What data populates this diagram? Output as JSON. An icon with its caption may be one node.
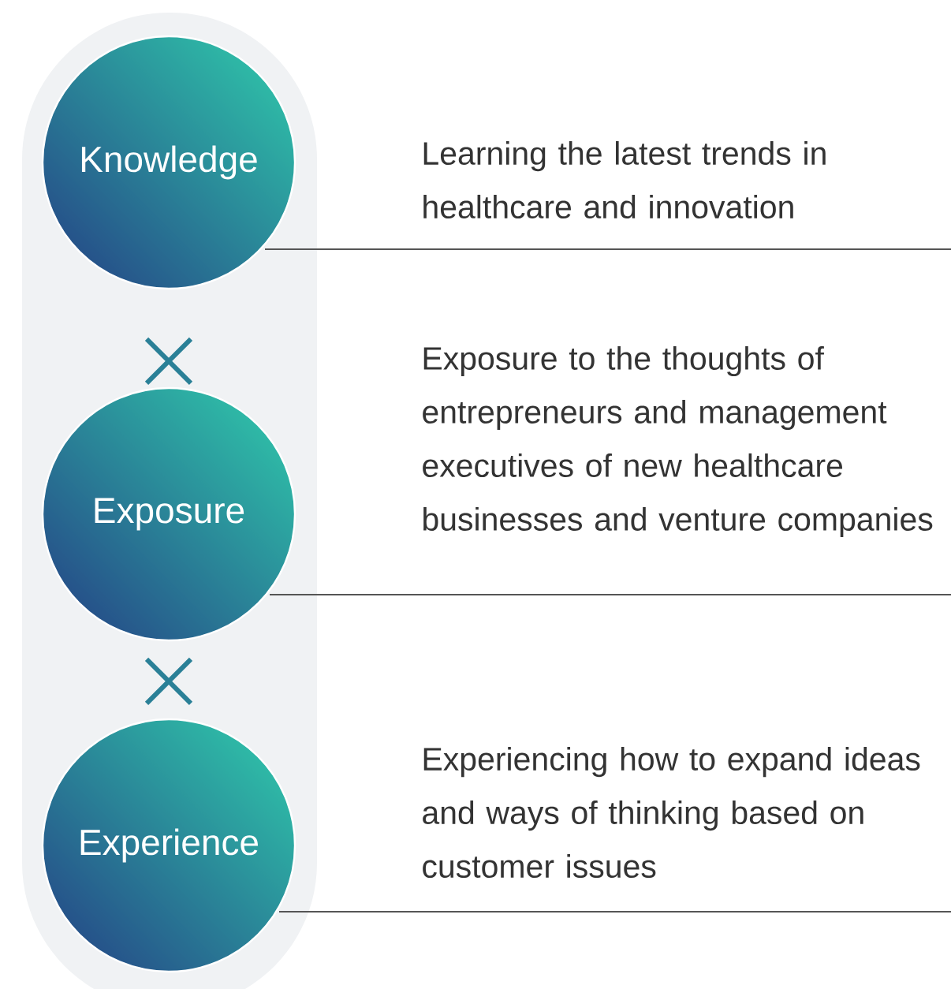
{
  "diagram": {
    "nodes": [
      {
        "text": [
          "Knowledge"
        ]
      },
      {
        "text": [
          "Exposure"
        ]
      },
      {
        "text": [
          "Experience"
        ]
      }
    ],
    "labels": [
      "Learning the latest trends in healthcare and innovation",
      "Exposure to the thoughts of entrepreneurs and management executives of new healthcare businesses and venture companies",
      "Experiencing how to expand ideas and ways of thinking based on customer issues"
    ]
  }
}
